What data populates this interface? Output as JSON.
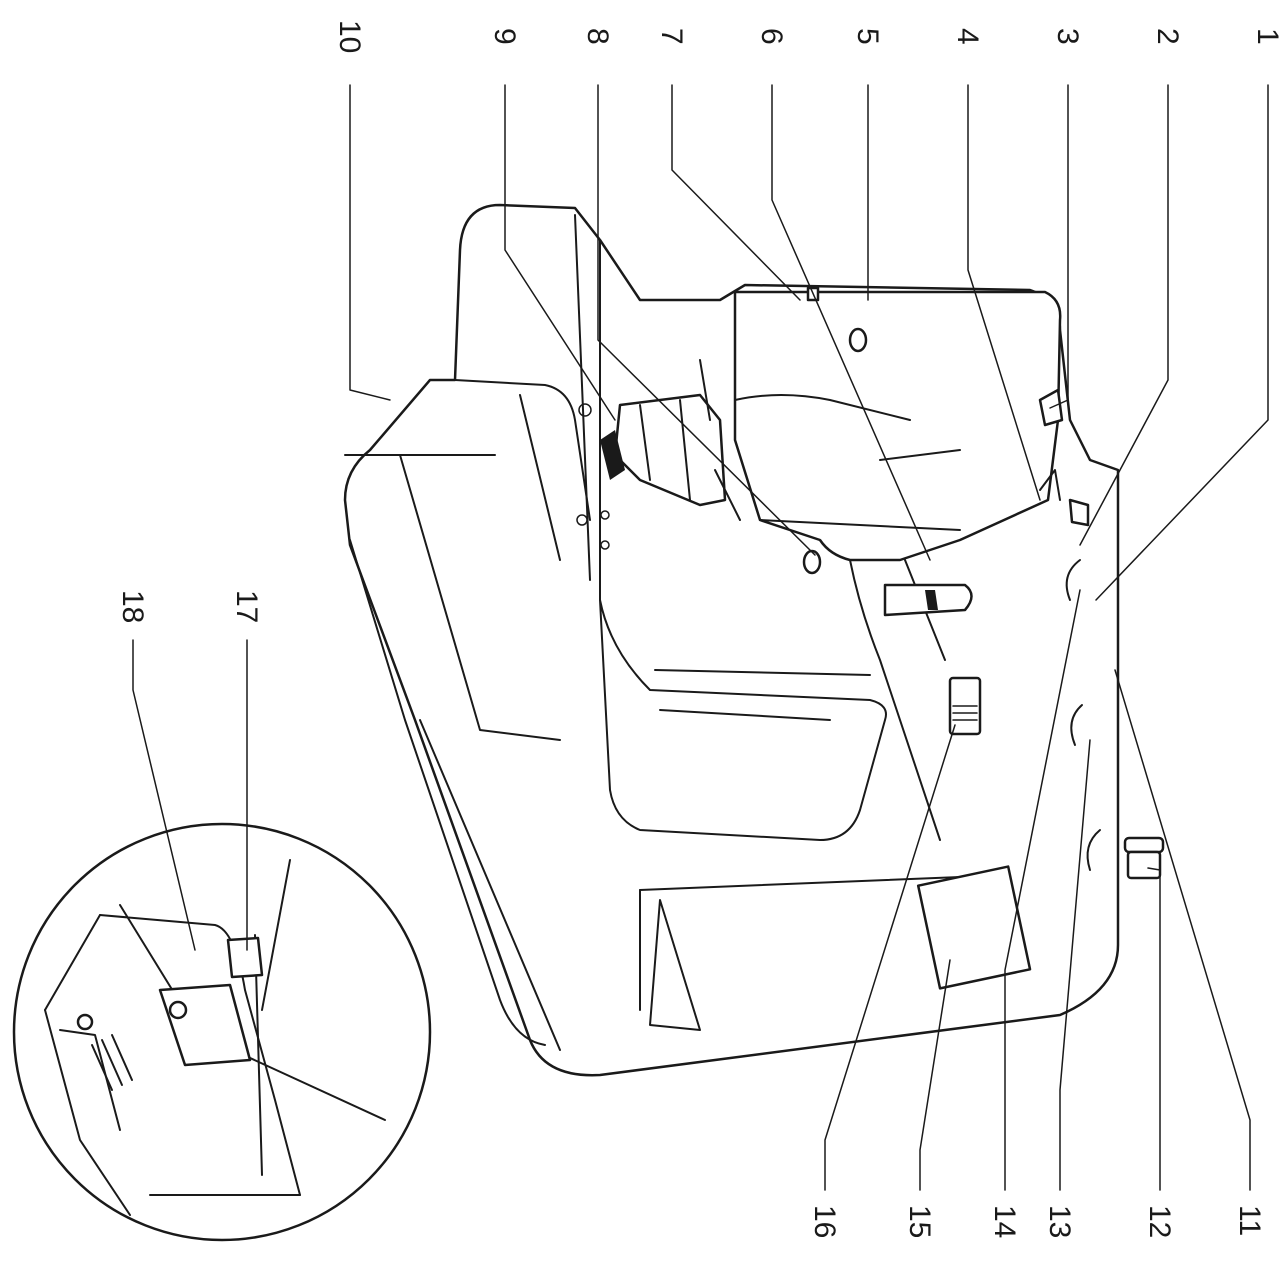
{
  "callouts": {
    "top": [
      "1",
      "2",
      "3",
      "4",
      "5",
      "6",
      "7",
      "8",
      "9",
      "10"
    ],
    "bottom": [
      "11",
      "12",
      "13",
      "14",
      "15",
      "16"
    ],
    "inset": [
      "17",
      "18"
    ]
  }
}
